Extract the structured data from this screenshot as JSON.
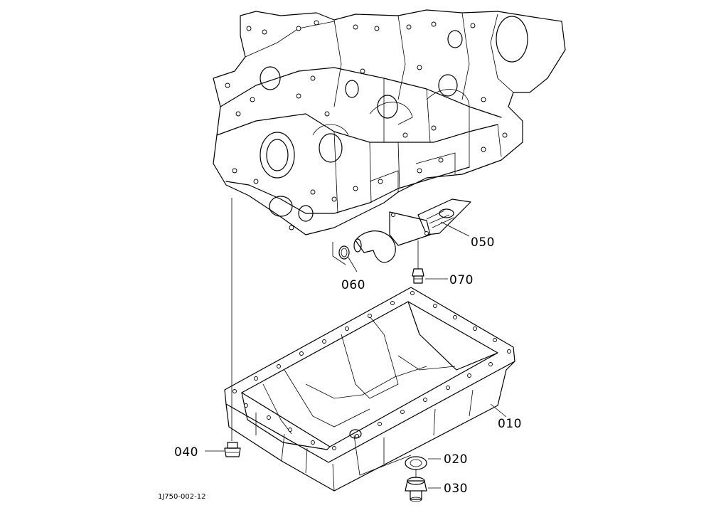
{
  "diagram": {
    "reference_code": "1J750-002-12",
    "callouts": [
      {
        "id": "010",
        "label": "010"
      },
      {
        "id": "020",
        "label": "020"
      },
      {
        "id": "030",
        "label": "030"
      },
      {
        "id": "040",
        "label": "040"
      },
      {
        "id": "050",
        "label": "050"
      },
      {
        "id": "060",
        "label": "060"
      },
      {
        "id": "070",
        "label": "070"
      }
    ]
  },
  "colors": {
    "line": "#000000",
    "background": "#ffffff"
  }
}
